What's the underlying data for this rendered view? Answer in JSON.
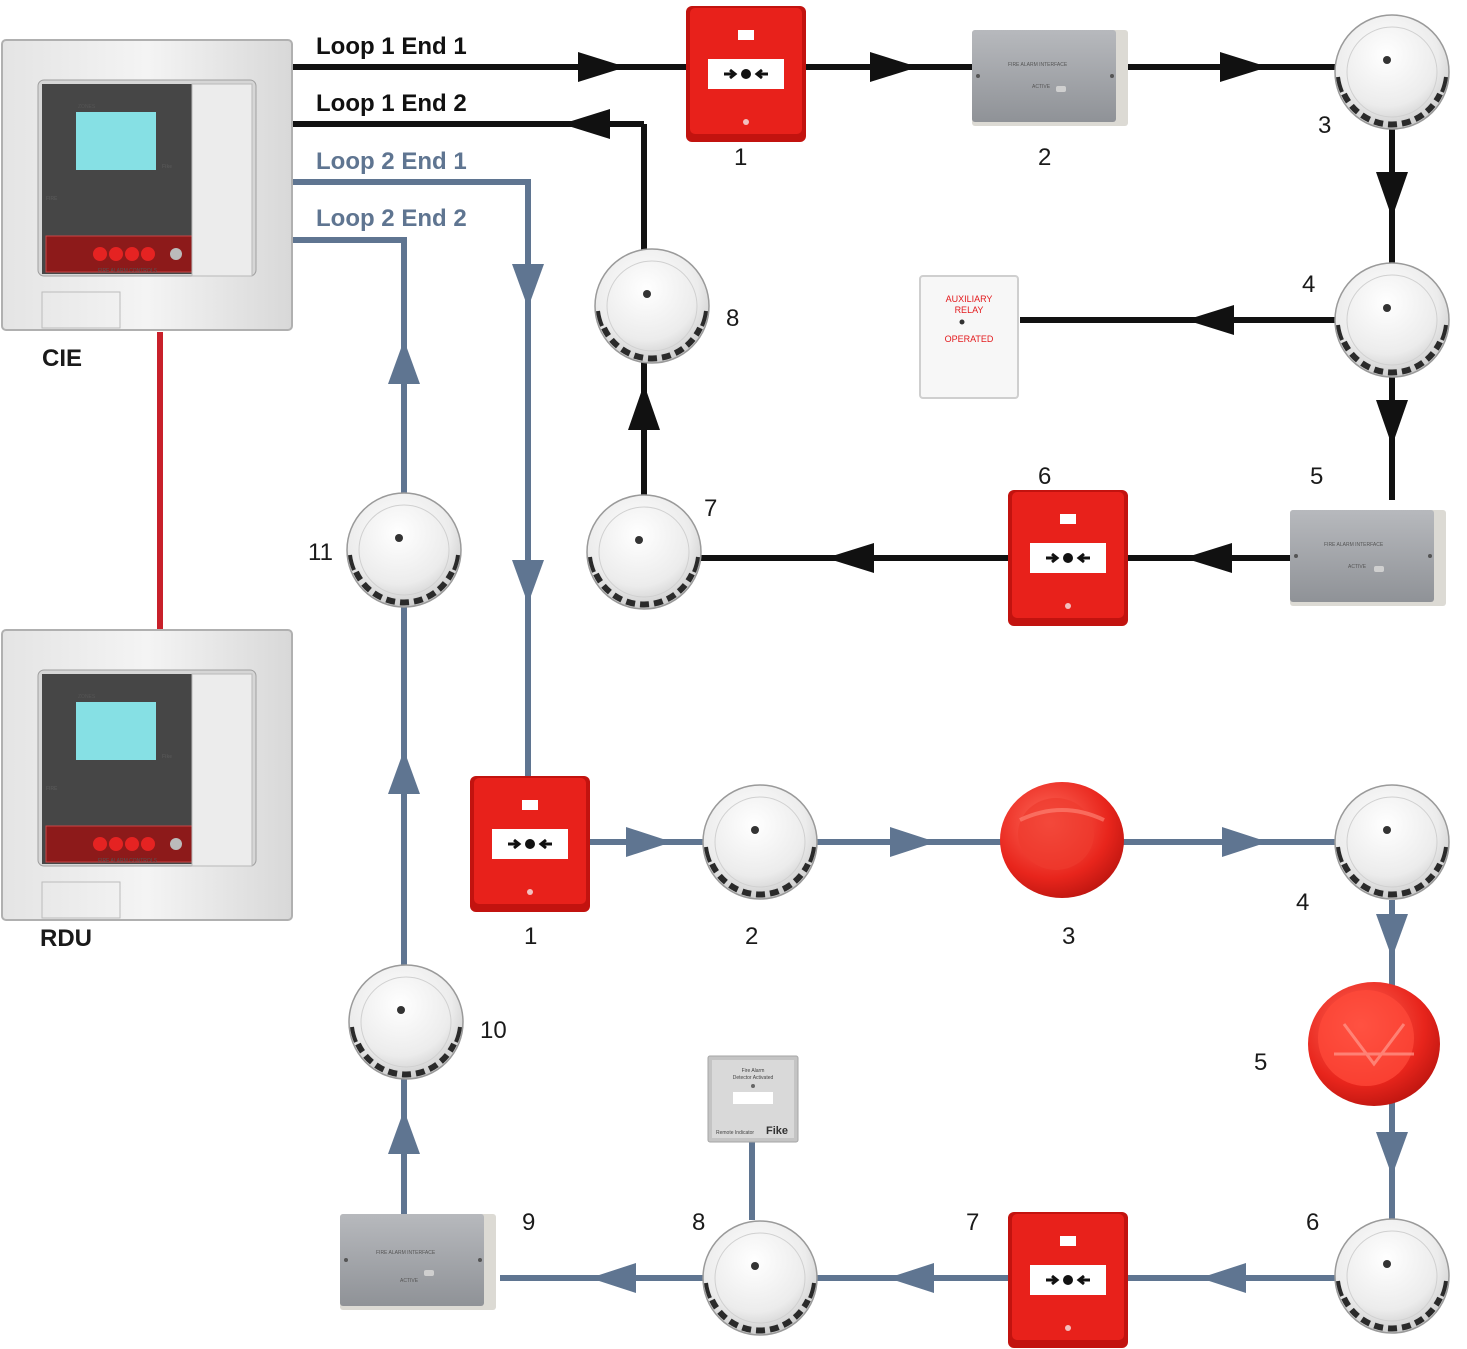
{
  "colors": {
    "loop1": "#111111",
    "loop2": "#5f7591",
    "link": "#c8202a",
    "device_red": "#e3191c",
    "detector_white": "#f2f2f2"
  },
  "panels": {
    "cie_label": "CIE",
    "rdu_label": "RDU",
    "screen_brand": "Fike",
    "zones_title": "ZONES",
    "fire_text": "FIRE",
    "controls_text": "FIRE ALARM CONTROLS"
  },
  "loop_labels": {
    "loop1_end1": "Loop 1 End 1",
    "loop1_end2": "Loop 1 End 2",
    "loop2_end1": "Loop 2 End 1",
    "loop2_end2": "Loop 2 End 2"
  },
  "device_text": {
    "interface_title": "FIRE ALARM INTERFACE",
    "interface_active": "ACTIVE",
    "relay_line1": "AUXILIARY",
    "relay_line2": "RELAY",
    "relay_line3": "OPERATED",
    "indicator_line1": "Fire Alarm",
    "indicator_line2": "Detector Activated",
    "indicator_line3": "Remote Indicator",
    "indicator_brand": "Fike"
  },
  "loop1_devices": [
    {
      "number": "1",
      "type": "manual-call-point"
    },
    {
      "number": "2",
      "type": "fire-alarm-interface"
    },
    {
      "number": "3",
      "type": "detector"
    },
    {
      "number": "4",
      "type": "detector"
    },
    {
      "number": "5",
      "type": "fire-alarm-interface"
    },
    {
      "number": "6",
      "type": "manual-call-point"
    },
    {
      "number": "7",
      "type": "detector"
    },
    {
      "number": "8",
      "type": "detector"
    }
  ],
  "loop1_spur": {
    "type": "auxiliary-relay"
  },
  "loop2_devices": [
    {
      "number": "1",
      "type": "manual-call-point"
    },
    {
      "number": "2",
      "type": "detector"
    },
    {
      "number": "3",
      "type": "sounder"
    },
    {
      "number": "4",
      "type": "detector"
    },
    {
      "number": "5",
      "type": "sounder-beacon"
    },
    {
      "number": "6",
      "type": "detector"
    },
    {
      "number": "7",
      "type": "manual-call-point"
    },
    {
      "number": "8",
      "type": "detector"
    },
    {
      "number": "9",
      "type": "fire-alarm-interface"
    },
    {
      "number": "10",
      "type": "detector"
    },
    {
      "number": "11",
      "type": "detector"
    }
  ],
  "loop2_spur": {
    "type": "remote-indicator"
  }
}
